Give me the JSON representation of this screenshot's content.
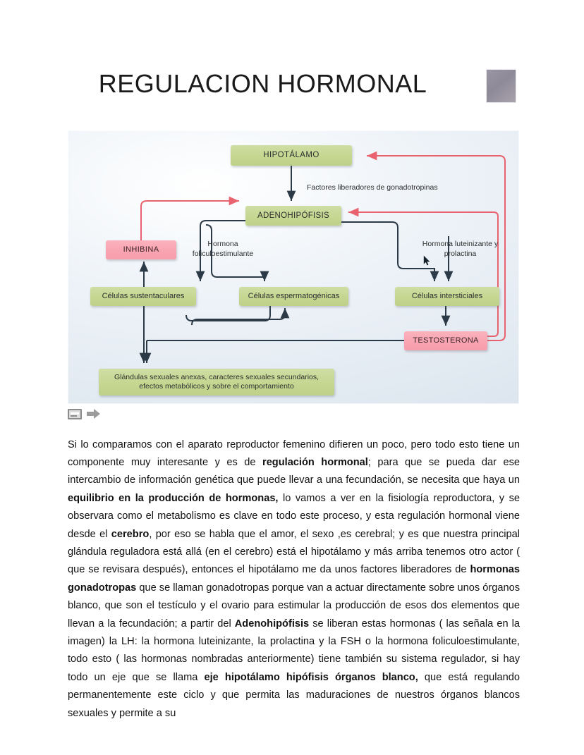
{
  "document": {
    "title": "REGULACION HORMONAL"
  },
  "figure": {
    "nodes": {
      "hipotalamo": "HIPOTÁLAMO",
      "adenohipofisis": "ADENOHIPÓFISIS",
      "inhibina": "INHIBINA",
      "celulas_sustentaculares": "Células sustentaculares",
      "celulas_espermatogenicas": "Células espermatogénicas",
      "celulas_intersticiales": "Células intersticiales",
      "testosterona": "TESTOSTERONA",
      "glandulas": "Glándulas sexuales anexas, caracteres sexuales secundarios, efectos metabólicos y sobre el comportamiento"
    },
    "labels": {
      "factores": "Factores liberadores de gonadotropinas",
      "fsh": "Hormona foliculoestimulante",
      "lh": "Hormona luteinizante y prolactina"
    },
    "colors": {
      "green_node": "#c4d68f",
      "pink_node": "#f9a3b1",
      "feedback_arrow": "#e8636f",
      "flow_arrow": "#2b3a46",
      "figure_background": "#dde6ef"
    }
  },
  "tools": {
    "image_icon": "image-placeholder-icon",
    "arrow_icon": "arrow-right-icon"
  },
  "body": {
    "paragraph_runs": [
      {
        "text": "Si lo comparamos con el aparato reproductor femenino difieren un poco, pero todo esto tiene un componente muy interesante y es de ",
        "bold": false
      },
      {
        "text": "regulación hormonal",
        "bold": true
      },
      {
        "text": "; para que se pueda dar ese intercambio de información genética que puede llevar a una fecundación, se necesita que haya un ",
        "bold": false
      },
      {
        "text": "equilibrio en la producción de hormonas,",
        "bold": true
      },
      {
        "text": " lo vamos a ver en la fisiología reproductora, y se observara como el metabolismo es clave en todo este proceso, y esta regulación hormonal viene desde el ",
        "bold": false
      },
      {
        "text": "cerebro",
        "bold": true
      },
      {
        "text": ", por eso se habla que el amor, el sexo ,es cerebral; y es que nuestra principal glándula reguladora está allá (en el cerebro)  está el hipotálamo y más arriba tenemos otro actor ( que se revisara después), entonces el hipotálamo me da unos factores liberadores de ",
        "bold": false
      },
      {
        "text": "hormonas gonadotropas",
        "bold": true
      },
      {
        "text": " que se llaman gonadotropas porque van a actuar directamente sobre unos órganos blanco, que son el testículo y el ovario para estimular la producción de esos dos elementos que llevan a la fecundación; a partir del ",
        "bold": false
      },
      {
        "text": "Adenohipófisis",
        "bold": true
      },
      {
        "text": " se liberan estas hormonas ( las señala en la imagen)  la LH:  la hormona luteinizante, la prolactina y la FSH o la hormona foliculoestimulante, todo esto ( las hormonas nombradas anteriormente) tiene también su sistema regulador, si hay todo un eje que se llama ",
        "bold": false
      },
      {
        "text": "eje hipotálamo hipófisis órganos blanco,",
        "bold": true
      },
      {
        "text": " que está regulando permanentemente este ciclo y que permita las maduraciones de nuestros órganos blancos sexuales y permite a su",
        "bold": false
      }
    ]
  }
}
